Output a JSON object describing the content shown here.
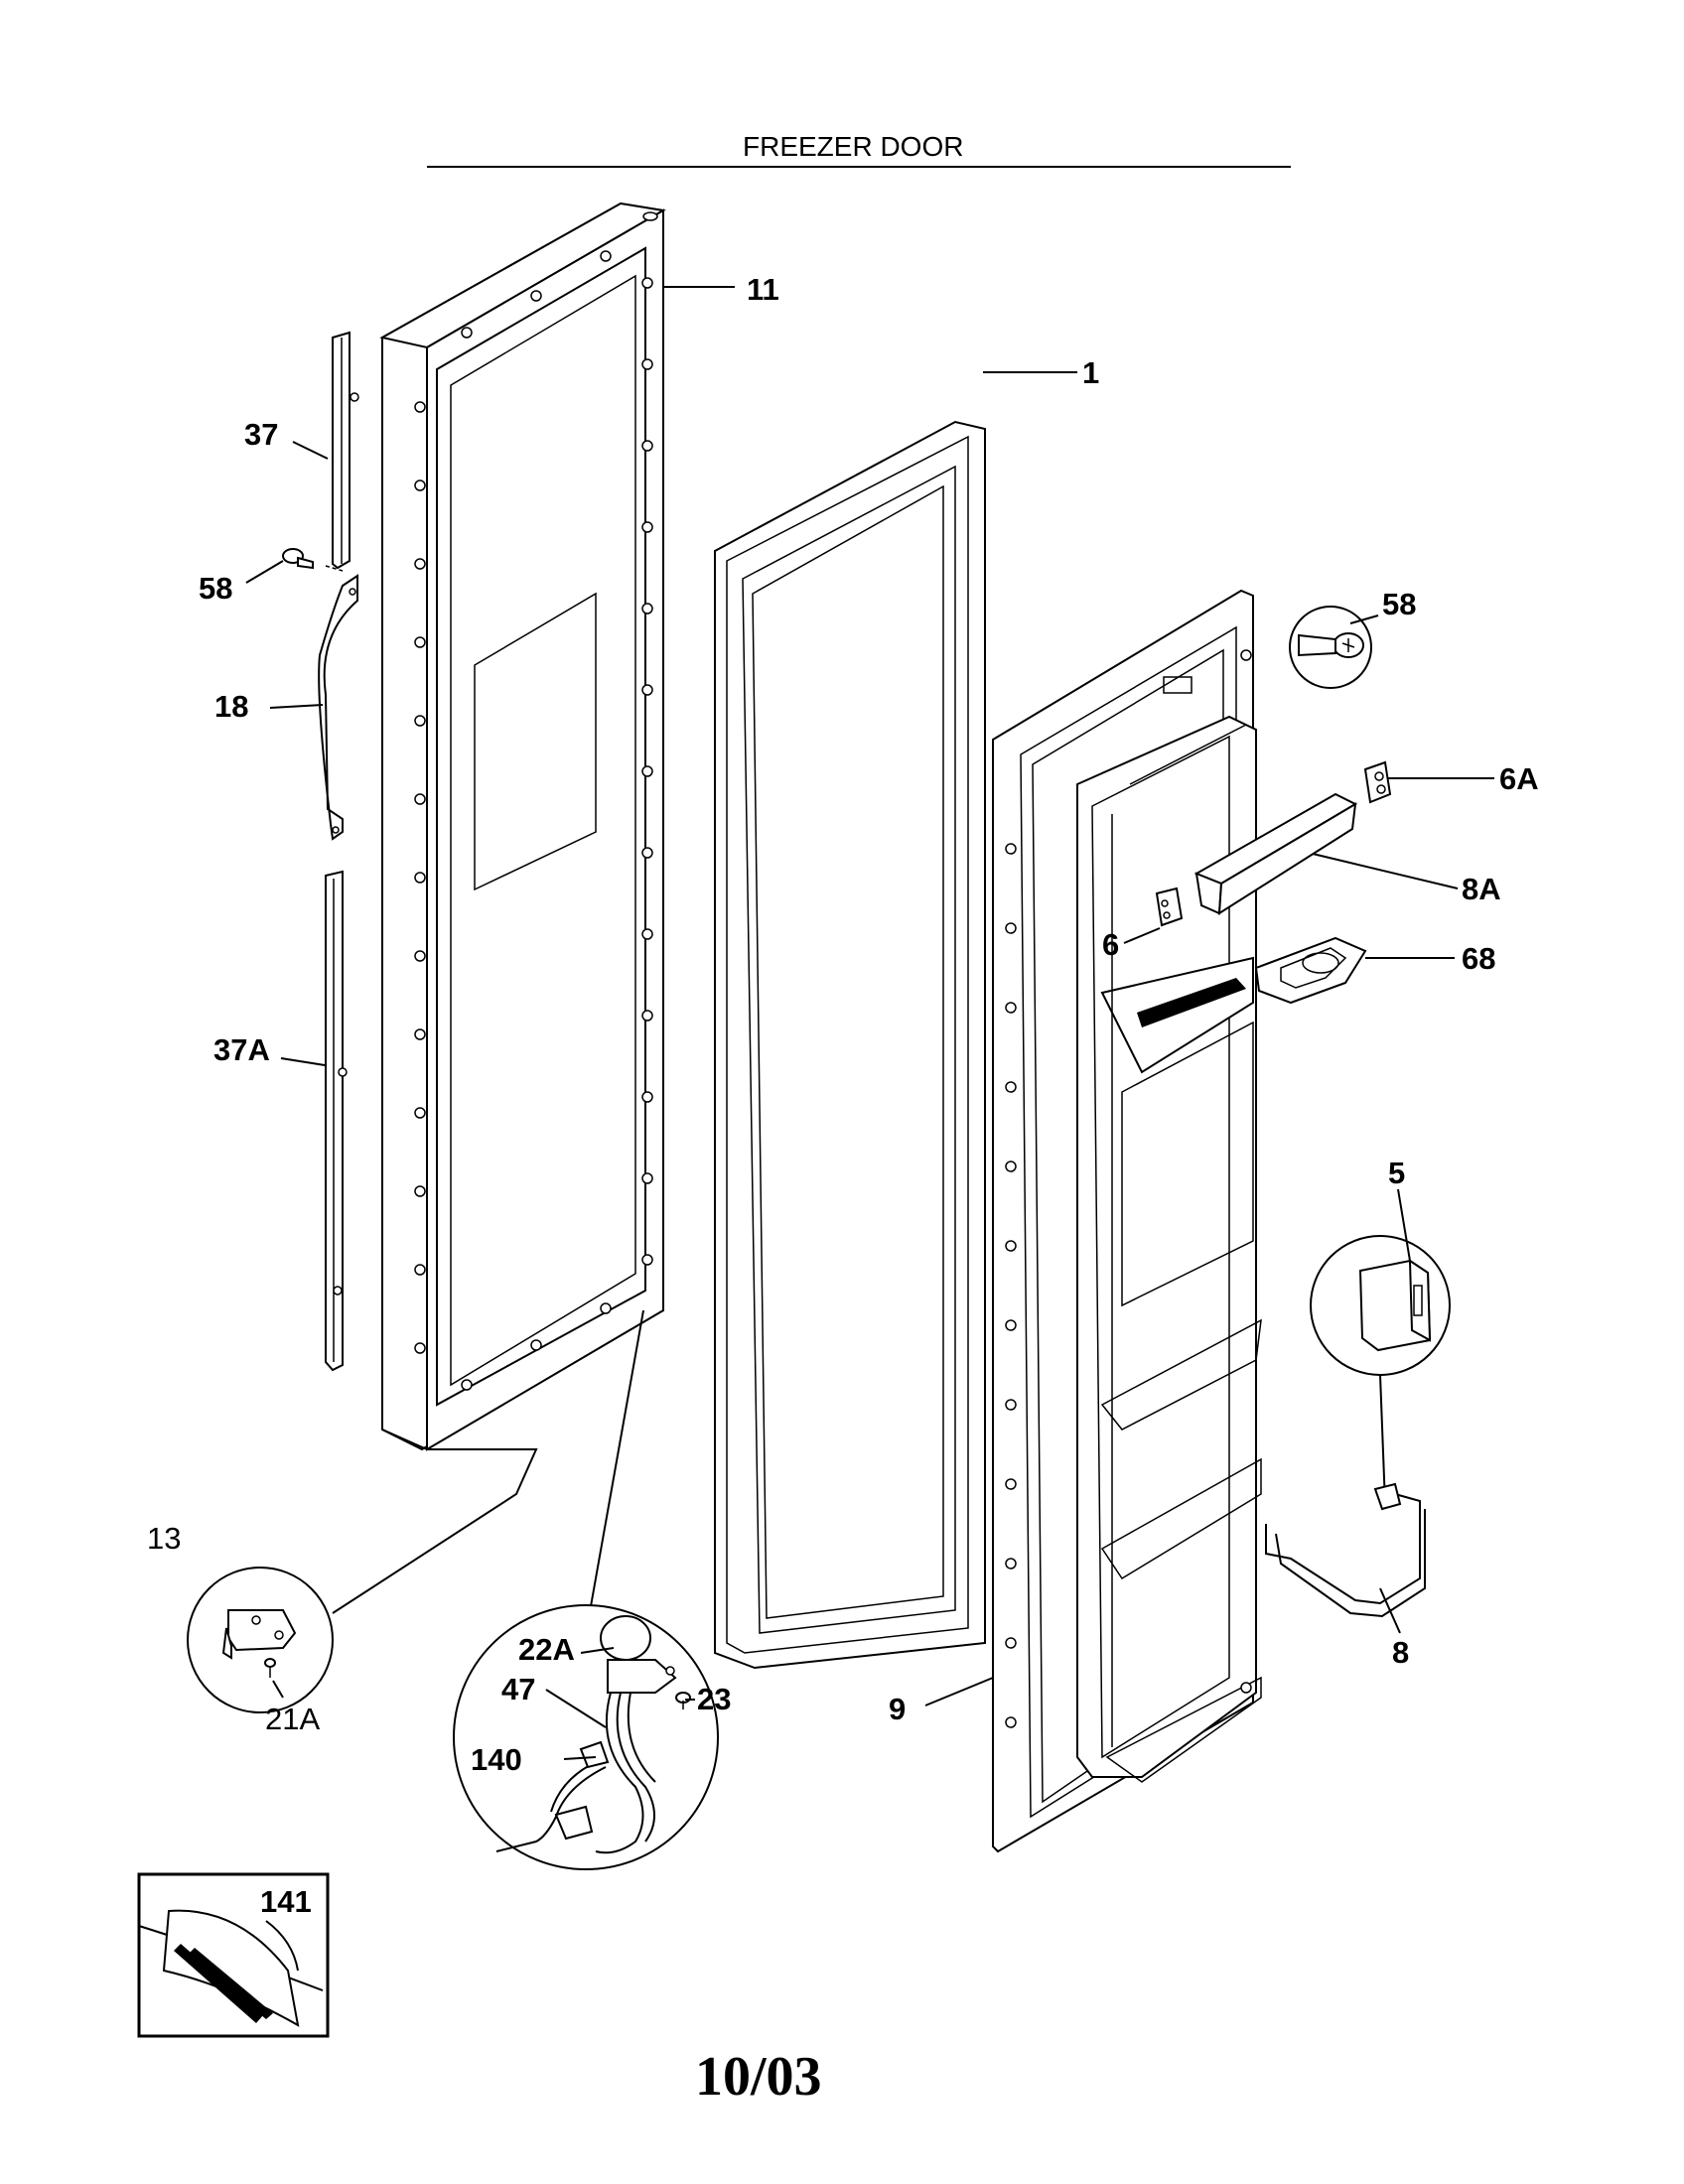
{
  "title": "FREEZER DOOR",
  "date_code": "10/03",
  "parts": {
    "p11": "11",
    "p1": "1",
    "p37": "37",
    "p58_left": "58",
    "p58_right": "58",
    "p18": "18",
    "p37A": "37A",
    "p6A": "6A",
    "p8A": "8A",
    "p6": "6",
    "p68": "68",
    "p5": "5",
    "p8": "8",
    "p9": "9",
    "p13": "13",
    "p21A": "21A",
    "p22A": "22A",
    "p23": "23",
    "p47": "47",
    "p140": "140",
    "p141": "141"
  }
}
